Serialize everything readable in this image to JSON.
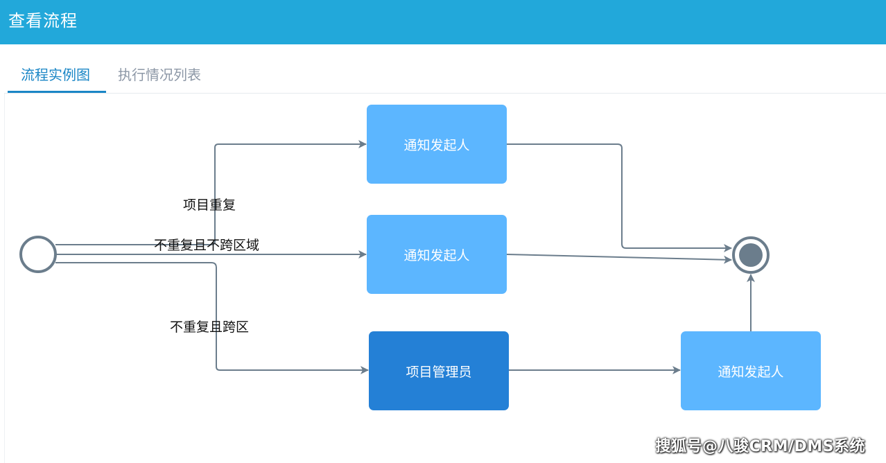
{
  "header": {
    "title": "查看流程"
  },
  "tabs": [
    {
      "label": "流程实例图",
      "active": true
    },
    {
      "label": "执行情况列表",
      "active": false
    }
  ],
  "diagram": {
    "nodes": [
      {
        "id": "notify-top",
        "label": "通知发起人"
      },
      {
        "id": "notify-middle",
        "label": "通知发起人"
      },
      {
        "id": "project-manager",
        "label": "项目管理员"
      },
      {
        "id": "notify-bottom-right",
        "label": "通知发起人"
      }
    ],
    "edge_labels": [
      {
        "label": "项目重复"
      },
      {
        "label": "不重复且不跨区域"
      },
      {
        "label": "不重复且跨区"
      }
    ]
  },
  "watermark": {
    "text": "搜狐号@八骏CRM/DMS系统"
  },
  "colors": {
    "header": "#22a8da",
    "tab_active": "#1a86c6",
    "tab_inactive": "#8c97a6",
    "node_light": "#5cb6ff",
    "node_dark": "#2480d6",
    "edge": "#6b7d8c"
  }
}
